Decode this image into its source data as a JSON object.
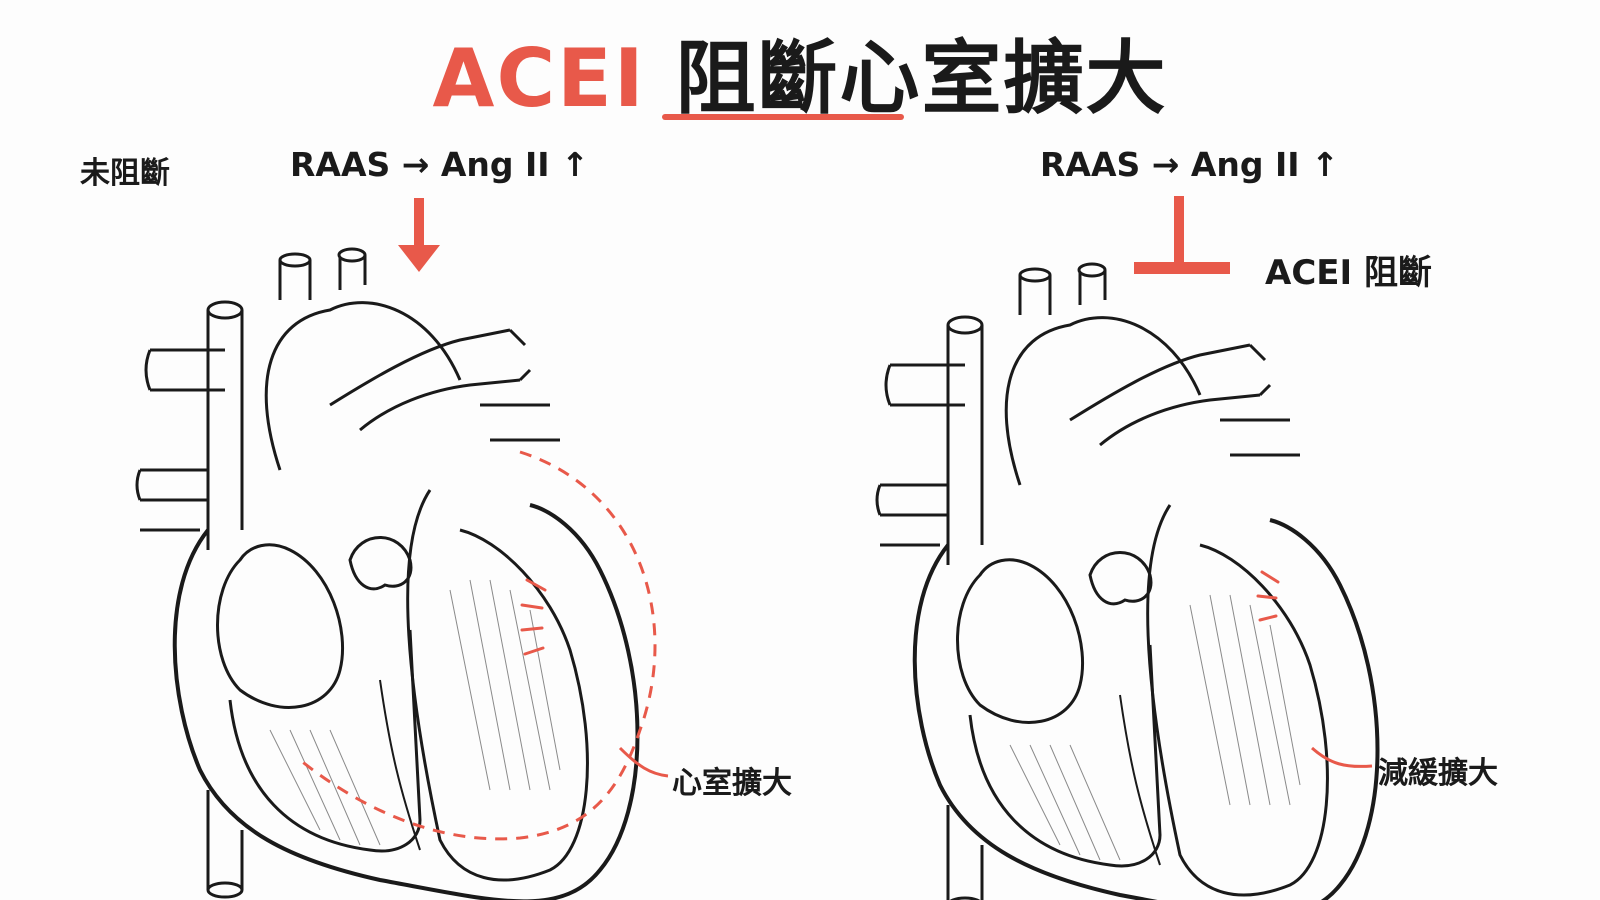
{
  "title": {
    "accent_text": "ACEI",
    "rest_text": "阻斷心室擴大"
  },
  "left_panel": {
    "state_label": "未阻斷",
    "pathway_label": "RAAS → Ang II ↑",
    "callout_label": "心室擴大"
  },
  "right_panel": {
    "pathway_label": "RAAS → Ang II ↑",
    "inhibition_label": "ACEI 阻斷",
    "callout_label": "減緩擴大"
  },
  "colors": {
    "accent": "#e8594a",
    "line": "#1a1a1a",
    "background": "#fdfdfd"
  },
  "icons": {
    "left": [
      "heart-illustration",
      "down-arrow-icon"
    ],
    "right": [
      "heart-illustration",
      "inhibition-bar-icon"
    ]
  }
}
